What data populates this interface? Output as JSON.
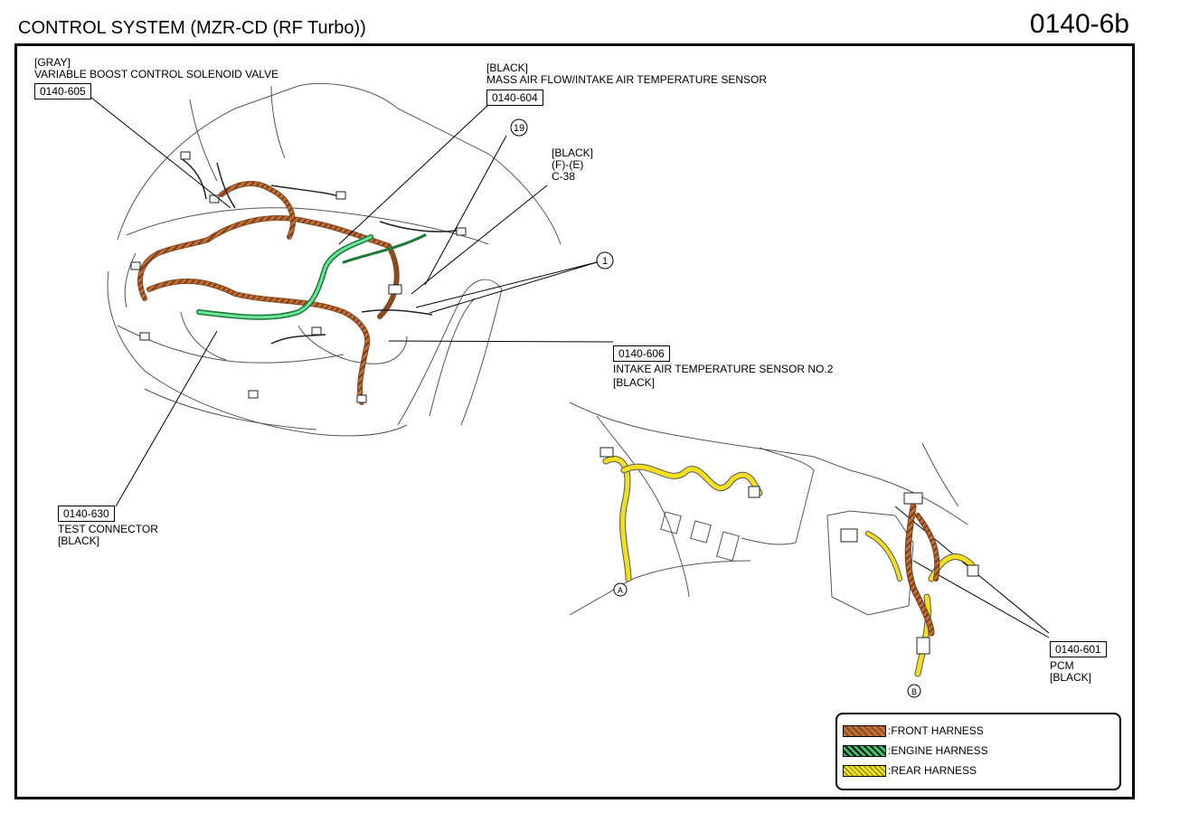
{
  "header": {
    "title": "CONTROL SYSTEM (MZR-CD (RF Turbo))",
    "page_number": "0140-6b"
  },
  "callouts": {
    "vbcsv": {
      "color": "[GRAY]",
      "name": "VARIABLE BOOST CONTROL SOLENOID VALVE",
      "code": "0140-605"
    },
    "maf": {
      "color": "[BLACK]",
      "name": "MASS AIR FLOW/INTAKE AIR TEMPERATURE SENSOR",
      "code": "0140-604"
    },
    "c38": {
      "color": "[BLACK]",
      "pins": "(F)-(E)",
      "id": "C-38"
    },
    "iat2": {
      "code": "0140-606",
      "name": "INTAKE AIR TEMPERATURE SENSOR NO.2",
      "color": "[BLACK]"
    },
    "test": {
      "code": "0140-630",
      "name": "TEST CONNECTOR",
      "color": "[BLACK]"
    },
    "pcm": {
      "code": "0140-601",
      "name": "PCM",
      "color": "[BLACK]"
    }
  },
  "markers": {
    "m19": "19",
    "m1": "1",
    "a": "A",
    "b": "B"
  },
  "legend": [
    {
      "label": ":FRONT HARNESS",
      "color": "#c0703a"
    },
    {
      "label": ":ENGINE HARNESS",
      "color": "#3bbf6a"
    },
    {
      "label": ":REAR HARNESS",
      "color": "#f2e020"
    }
  ]
}
